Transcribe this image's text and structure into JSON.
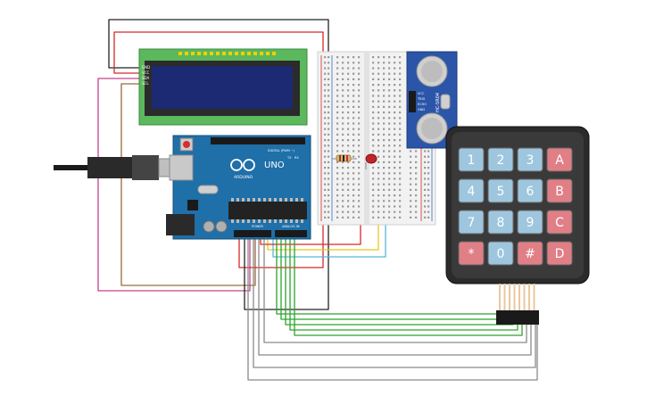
{
  "lcd": {
    "pin_labels": [
      "GND",
      "VCC",
      "SDA",
      "SCL"
    ]
  },
  "arduino": {
    "brand": "UNO",
    "logo_text": "ARDUINO",
    "header_labels": {
      "power": "POWER",
      "analog": "ANALOG IN",
      "digital": "DIGITAL (PWM ~)",
      "tx": "TX",
      "rx": "RX"
    }
  },
  "sensor": {
    "model": "HC-SR04",
    "pin_labels": [
      "VCC",
      "TRIG",
      "ECHO",
      "GND"
    ]
  },
  "keypad": {
    "rows": [
      [
        "1",
        "2",
        "3",
        "A"
      ],
      [
        "4",
        "5",
        "6",
        "B"
      ],
      [
        "7",
        "8",
        "9",
        "C"
      ],
      [
        "*",
        "0",
        "#",
        "D"
      ]
    ]
  },
  "colors": {
    "board": "#1f6fa8",
    "lcd_pcb": "#5cb85c",
    "lcd_screen": "#1b2a72",
    "sensor_pcb": "#2b55a8",
    "keypad_body": "#2b2b2b",
    "key_blue": "#9ec6de",
    "key_red": "#e07f86",
    "wire_red": "#d62828",
    "wire_black": "#222222",
    "wire_green": "#2aa52a",
    "wire_grey": "#8a8a8a",
    "wire_yellow": "#e8c81e",
    "wire_cyan": "#57b7d6",
    "wire_magenta": "#c8418e",
    "wire_brown": "#9a6a3a"
  }
}
